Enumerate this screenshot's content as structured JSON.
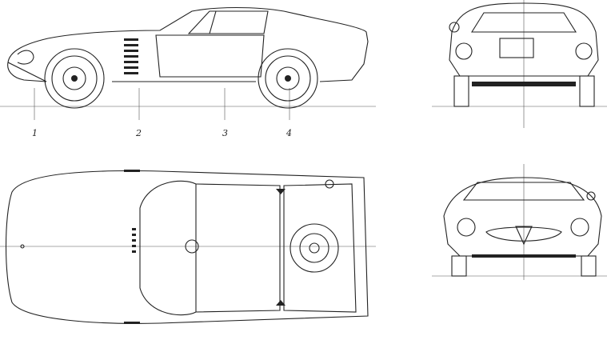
{
  "labels": {
    "l1": "1",
    "l2": "2",
    "l3": "3",
    "l4": "4"
  },
  "colors": {
    "ink": "#222222",
    "paper": "#ffffff"
  }
}
